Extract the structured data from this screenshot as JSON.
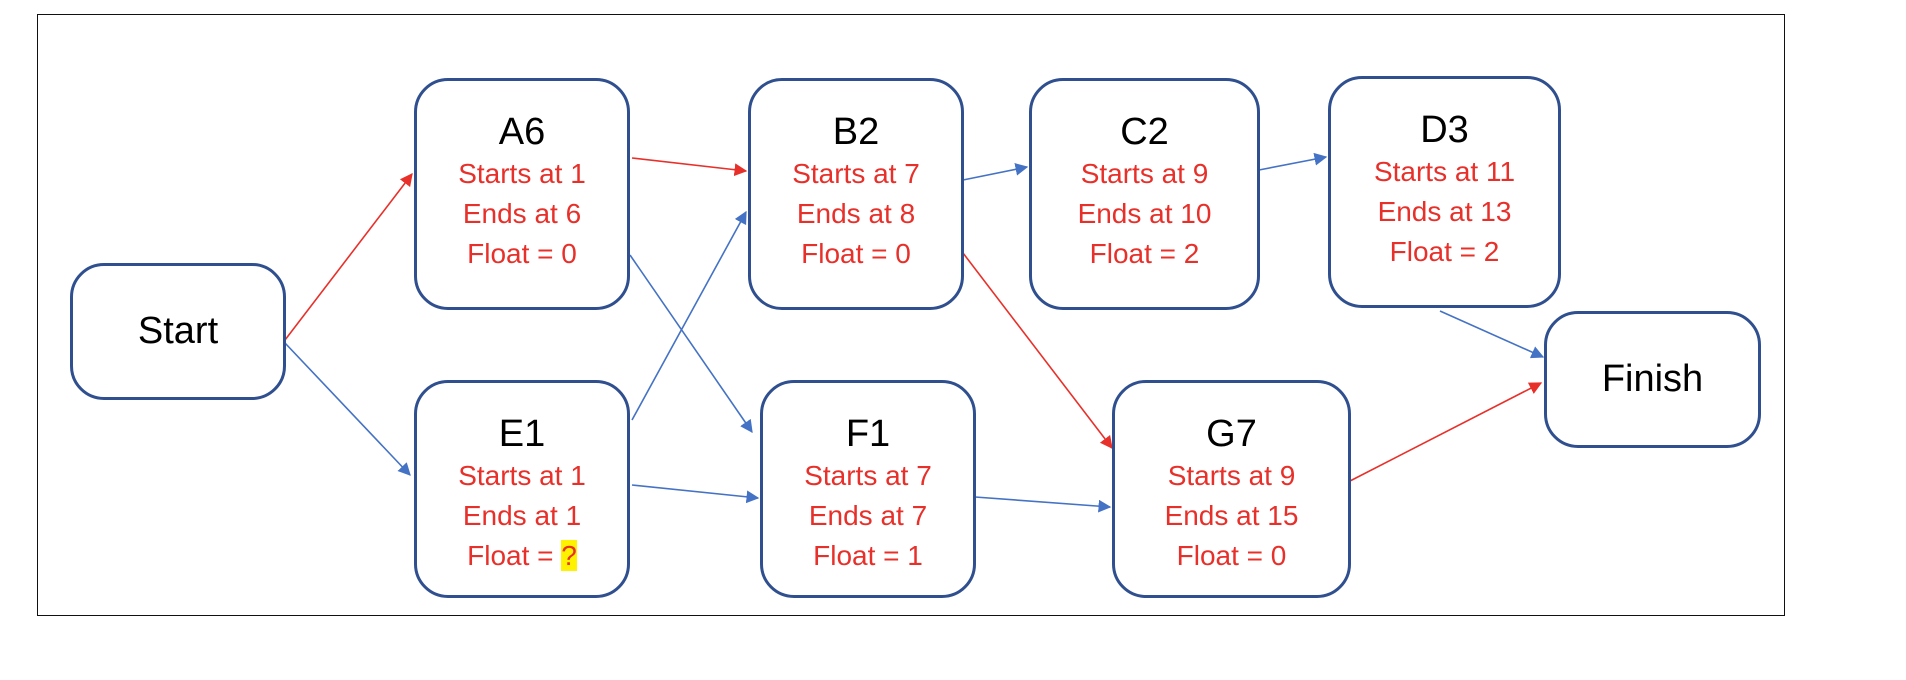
{
  "diagram": {
    "nodes": {
      "start": {
        "title": "Start"
      },
      "finish": {
        "title": "Finish"
      },
      "a6": {
        "title": "A6",
        "starts": "Starts at 1",
        "ends": "Ends at 6",
        "float_prefix": "Float = ",
        "float_value": "0"
      },
      "b2": {
        "title": "B2",
        "starts": "Starts at 7",
        "ends": "Ends at 8",
        "float_prefix": "Float = ",
        "float_value": "0"
      },
      "c2": {
        "title": "C2",
        "starts": "Starts at 9",
        "ends": "Ends at 10",
        "float_prefix": "Float = ",
        "float_value": "2"
      },
      "d3": {
        "title": "D3",
        "starts": "Starts at 11",
        "ends": "Ends at 13",
        "float_prefix": "Float = ",
        "float_value": "2"
      },
      "e1": {
        "title": "E1",
        "starts": "Starts at 1",
        "ends": "Ends at 1",
        "float_prefix": "Float = ",
        "float_value": "?"
      },
      "f1": {
        "title": "F1",
        "starts": "Starts at 7",
        "ends": "Ends at 7",
        "float_prefix": "Float = ",
        "float_value": "1"
      },
      "g7": {
        "title": "G7",
        "starts": "Starts at 9",
        "ends": "Ends at 15",
        "float_prefix": "Float = ",
        "float_value": "0"
      }
    },
    "edges": [
      {
        "from": "start",
        "to": "a6",
        "critical": true
      },
      {
        "from": "start",
        "to": "e1",
        "critical": false
      },
      {
        "from": "a6",
        "to": "b2",
        "critical": true
      },
      {
        "from": "a6",
        "to": "f1",
        "critical": false
      },
      {
        "from": "e1",
        "to": "b2",
        "critical": false
      },
      {
        "from": "e1",
        "to": "f1",
        "critical": false
      },
      {
        "from": "b2",
        "to": "c2",
        "critical": false
      },
      {
        "from": "b2",
        "to": "g7",
        "critical": true
      },
      {
        "from": "c2",
        "to": "d3",
        "critical": false
      },
      {
        "from": "f1",
        "to": "g7",
        "critical": false
      },
      {
        "from": "d3",
        "to": "finish",
        "critical": false
      },
      {
        "from": "g7",
        "to": "finish",
        "critical": true
      }
    ],
    "colors": {
      "critical": "#e8302a",
      "normal": "#4472c4",
      "node_border": "#2f4f8f",
      "detail_text": "#e8302a",
      "highlight": "#fff200"
    }
  }
}
